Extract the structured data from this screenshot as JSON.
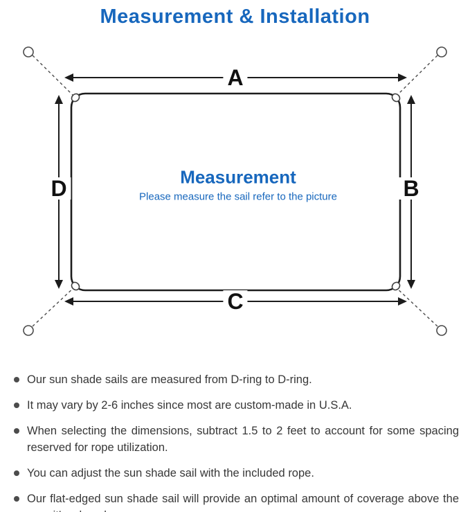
{
  "page": {
    "title": "Measurement & Installation"
  },
  "colors": {
    "accent_blue": "#1767bd",
    "line_dark": "#1c1c1c",
    "text_gray": "#373737"
  },
  "diagram": {
    "labels": {
      "top": "A",
      "right": "B",
      "bottom": "C",
      "left": "D"
    },
    "center": {
      "title": "Measurement",
      "subtitle": "Please measure the sail refer to the picture"
    },
    "icons": [
      "anchor-ring-icon",
      "d-ring-corner-icon",
      "double-arrow-icon",
      "dashed-rope-line-icon"
    ]
  },
  "notes": {
    "items": [
      {
        "text": "Our sun shade sails are measured from D-ring to D-ring."
      },
      {
        "text": "It may vary by 2-6 inches since most are custom-made in U.S.A."
      },
      {
        "text": "When selecting the dimensions, subtract 1.5 to 2 feet to account for some spacing reserved for rope utilization."
      },
      {
        "text": "You can adjust the sun shade sail with the included rope."
      },
      {
        "text": "Our flat-edged sun shade sail will provide an optimal amount of coverage above the area it’ s placed."
      }
    ]
  }
}
